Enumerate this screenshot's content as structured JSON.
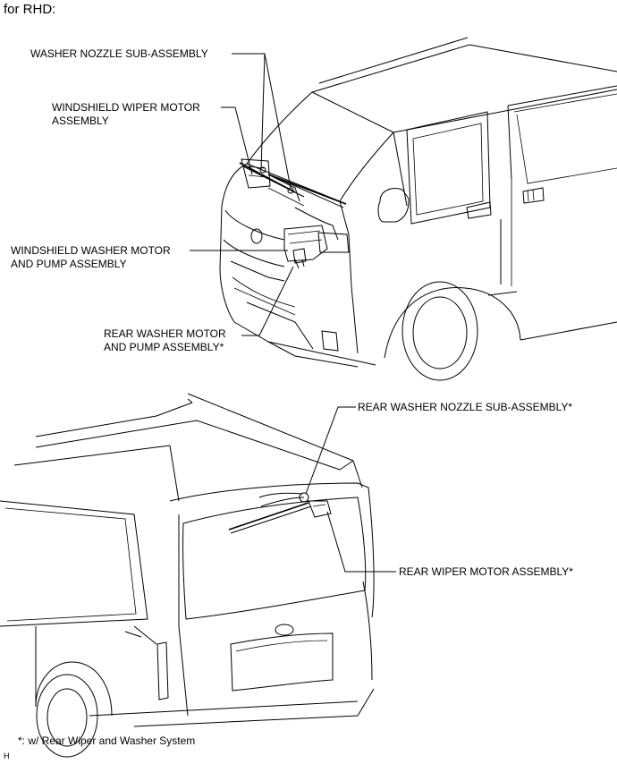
{
  "header": {
    "title": "for RHD:"
  },
  "front_labels": {
    "washer_nozzle": "WASHER NOZZLE SUB-ASSEMBLY",
    "wiper_motor": "WINDSHIELD WIPER MOTOR\nASSEMBLY",
    "washer_motor": "WINDSHIELD WASHER MOTOR\nAND PUMP ASSEMBLY",
    "rear_washer_motor": "REAR WASHER MOTOR\nAND PUMP ASSEMBLY*"
  },
  "rear_labels": {
    "rear_nozzle": "REAR WASHER NOZZLE SUB-ASSEMBLY*",
    "rear_wiper_motor": "REAR WIPER MOTOR ASSEMBLY*"
  },
  "footnote": "*: w/ Rear Wiper and Washer System",
  "figure_code": "H"
}
